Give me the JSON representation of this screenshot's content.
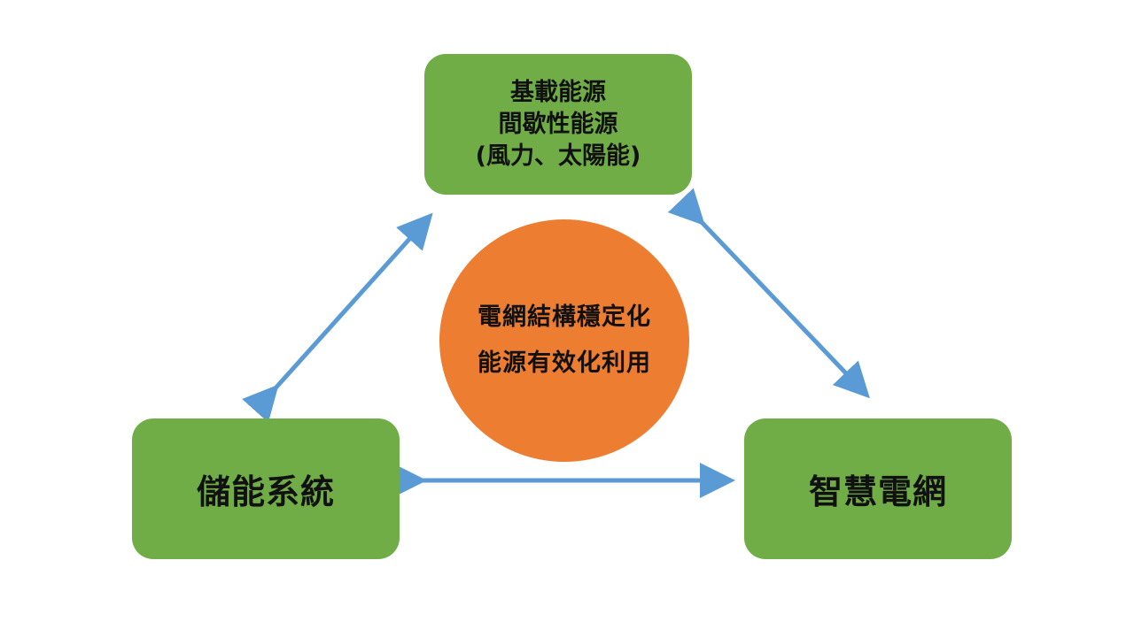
{
  "colors": {
    "node_fill": "#70ad47",
    "center_fill": "#ed7d31",
    "arrow": "#5b9bd5"
  },
  "nodes": {
    "top": {
      "lines": [
        "基載能源",
        "間歇性能源",
        "(風力、太陽能)"
      ]
    },
    "left": {
      "label": "儲能系統"
    },
    "right": {
      "label": "智慧電網"
    }
  },
  "center": {
    "lines": [
      "電網結構穩定化",
      "能源有效化利用"
    ]
  }
}
